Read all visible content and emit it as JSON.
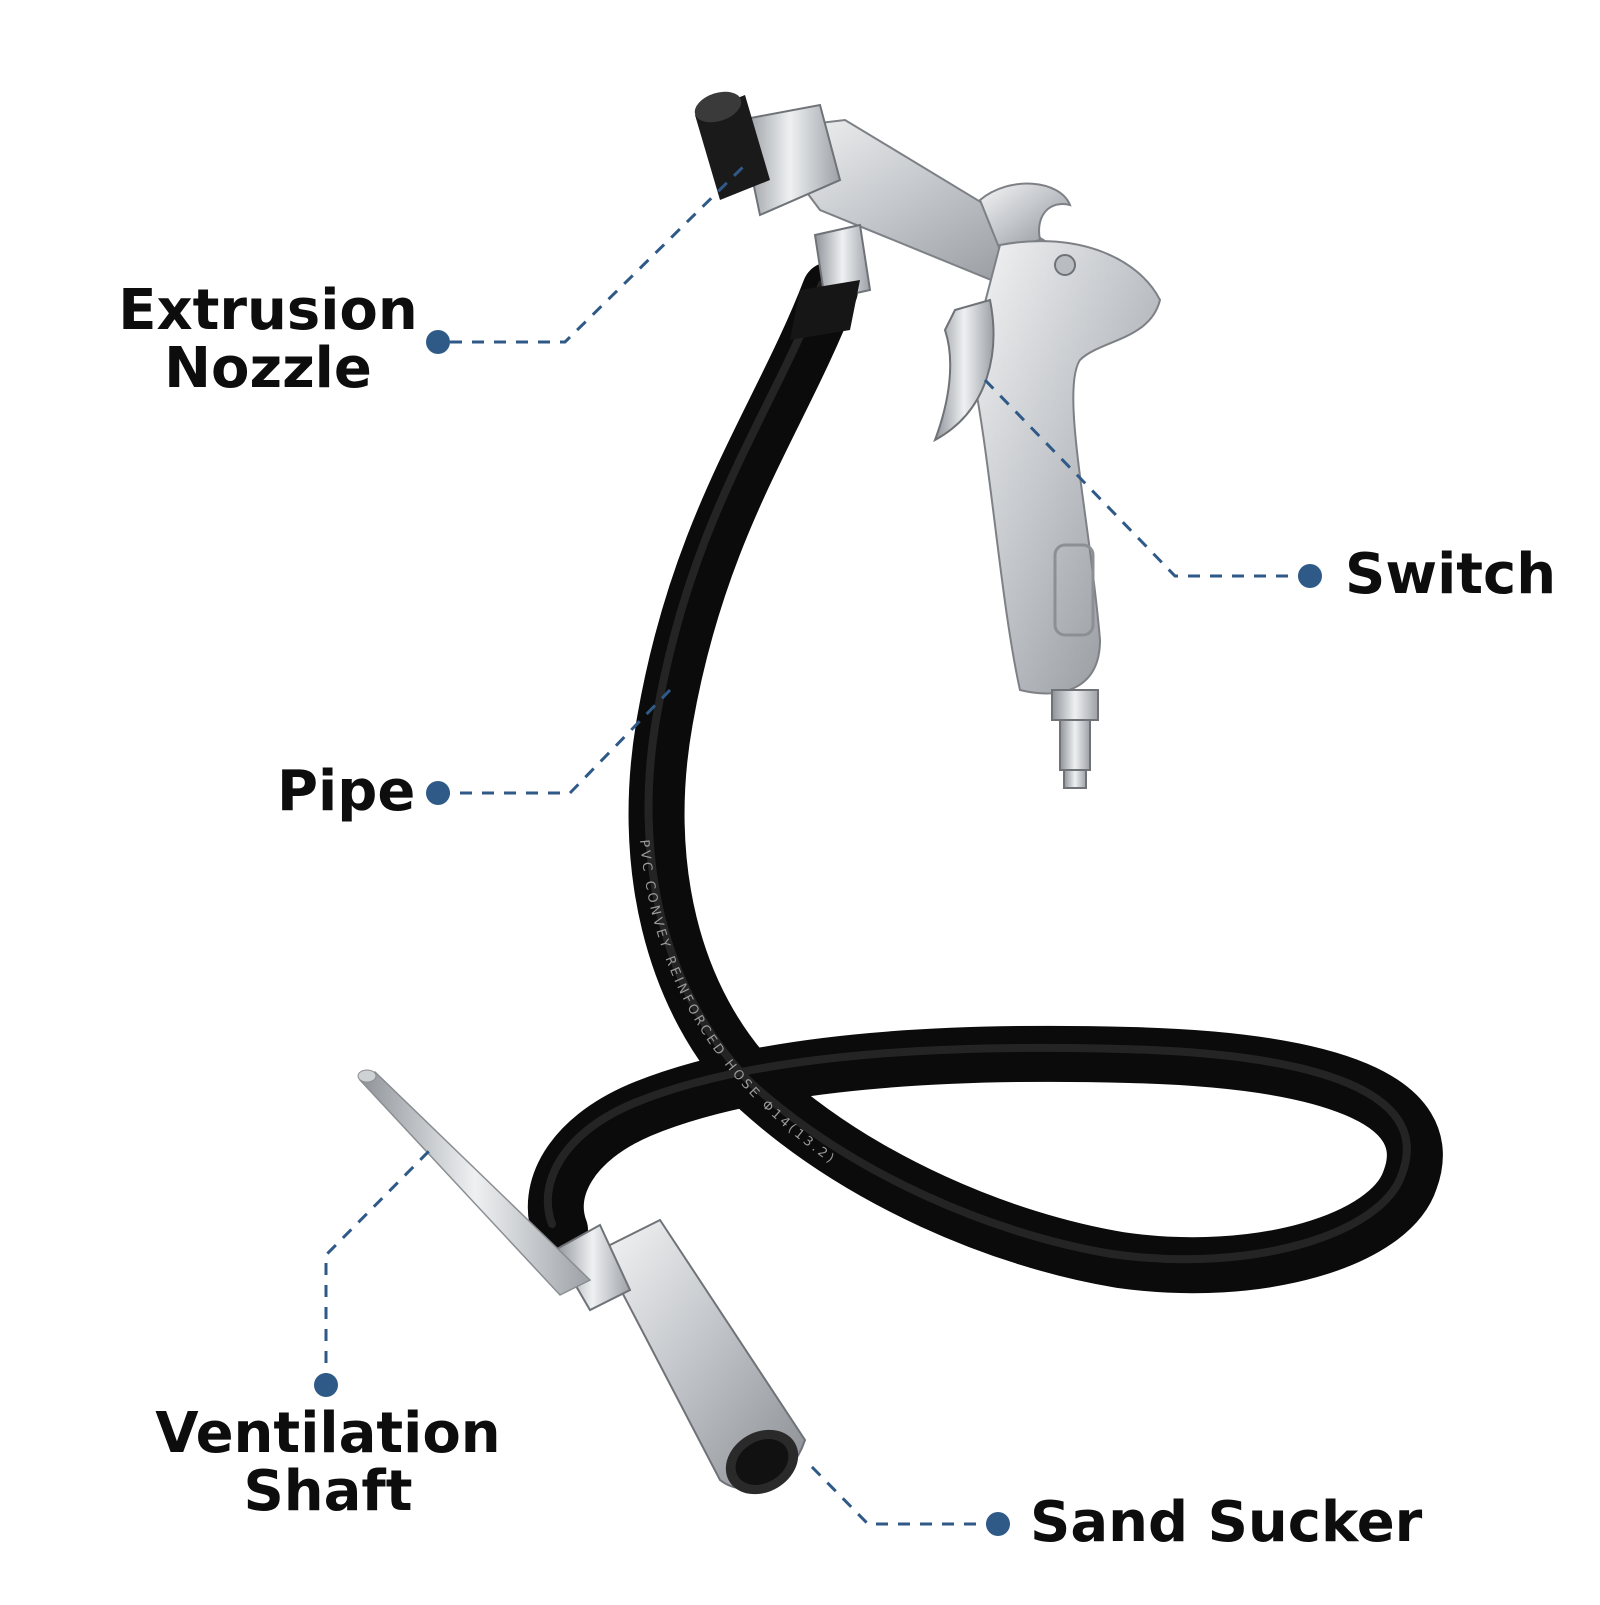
{
  "colors": {
    "callout": "#2f5a88",
    "hose": "#111111",
    "metal": "#c9ccd0",
    "text": "#0d0d0d"
  },
  "callouts": {
    "extrusion_nozzle": {
      "line1": "Extrusion",
      "line2": "Nozzle"
    },
    "switch": {
      "label": "Switch"
    },
    "pipe": {
      "label": "Pipe"
    },
    "ventilation_shaft": {
      "line1": "Ventilation",
      "line2": "Shaft"
    },
    "sand_sucker": {
      "label": "Sand Sucker"
    }
  },
  "hose_print": {
    "brand_text": "PVC CONVEY REINFORCED HOSE Φ14(13.2)"
  }
}
